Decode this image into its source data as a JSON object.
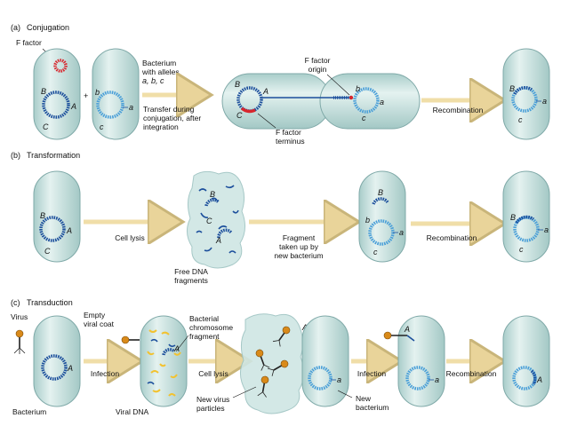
{
  "colors": {
    "cell_fill": "#cfe6e4",
    "cell_stroke": "#7fa9a8",
    "dna_dark": "#1c4f9c",
    "dna_light": "#4a9fd8",
    "f_factor": "#d8262d",
    "arrow": "#f3e2b0",
    "viral_dna": "#f2c230"
  },
  "sections": {
    "a": {
      "letter": "(a)",
      "title": "Conjugation",
      "f_factor": "F factor",
      "bacterium": [
        "Bacterium",
        "with alleles"
      ],
      "alleles_text": "a, b, c",
      "plus": "+",
      "transfer": [
        "Transfer during",
        "conjugation, after",
        "integration"
      ],
      "origin": [
        "F factor",
        "origin"
      ],
      "terminus": [
        "F factor",
        "terminus"
      ],
      "recombination": "Recombination"
    },
    "b": {
      "letter": "(b)",
      "title": "Transformation",
      "cell_lysis": "Cell lysis",
      "fragments": [
        "Free DNA",
        "fragments"
      ],
      "fragment": [
        "Fragment",
        "taken up by",
        "new bacterium"
      ],
      "recombination": "Recombination"
    },
    "c": {
      "letter": "(c)",
      "title": "Transduction",
      "virus": "Virus",
      "empty_coat": [
        "Empty",
        "viral coat"
      ],
      "bact_fragment": [
        "Bacterial",
        "chromosome",
        "fragment"
      ],
      "infection": "Infection",
      "cell_lysis": "Cell lysis",
      "bacterium": "Bacterium",
      "viral_dna": "Viral DNA",
      "new_virus": [
        "New virus",
        "particles"
      ],
      "infection2": "Infection",
      "new_bacterium": [
        "New",
        "bacterium"
      ],
      "recombination": "Recombination"
    }
  },
  "alleles": {
    "A": "A",
    "B": "B",
    "C": "C",
    "a": "a",
    "b": "b",
    "c": "c"
  }
}
